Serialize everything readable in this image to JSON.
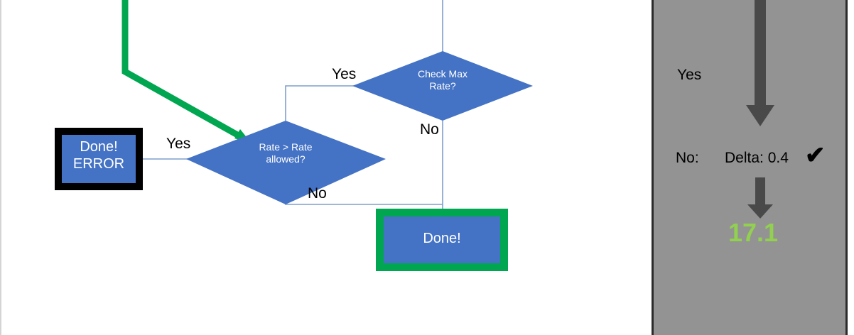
{
  "canvas": {
    "background_color": "#FFFFFF",
    "node_fill_color": "#4472C4",
    "node_text_color": "#FFFFFF",
    "connector_color": "#8FAADC",
    "highlight_green": "#00A650",
    "black_outline": "#000000"
  },
  "flowchart": {
    "nodes": [
      {
        "id": "done-error",
        "type": "process",
        "label": "Done!\nERROR",
        "border_color": "#000000",
        "fill_color": "#4472C4"
      },
      {
        "id": "rate-gt-rate-allowed",
        "type": "decision",
        "label": "Rate > Rate\nallowed?",
        "fill_color": "#4472C4"
      },
      {
        "id": "check-max-rate",
        "type": "decision",
        "label": "Check Max\nRate?",
        "fill_color": "#4472C4"
      },
      {
        "id": "done",
        "type": "process",
        "label": "Done!",
        "border_color": "#00A650",
        "fill_color": "#4472C4"
      }
    ],
    "edge_labels": {
      "check_max_rate_yes": "Yes",
      "check_max_rate_no": "No",
      "rate_gt_yes": "Yes",
      "rate_gt_no": "No"
    }
  },
  "panel": {
    "background_color": "#939393",
    "arrow_color": "#494949",
    "yes_label": "Yes",
    "no_label": "No:",
    "delta_label": "Delta: 0.4",
    "check_mark": "✔",
    "result_value": "17.1",
    "result_color": "#92D050"
  }
}
